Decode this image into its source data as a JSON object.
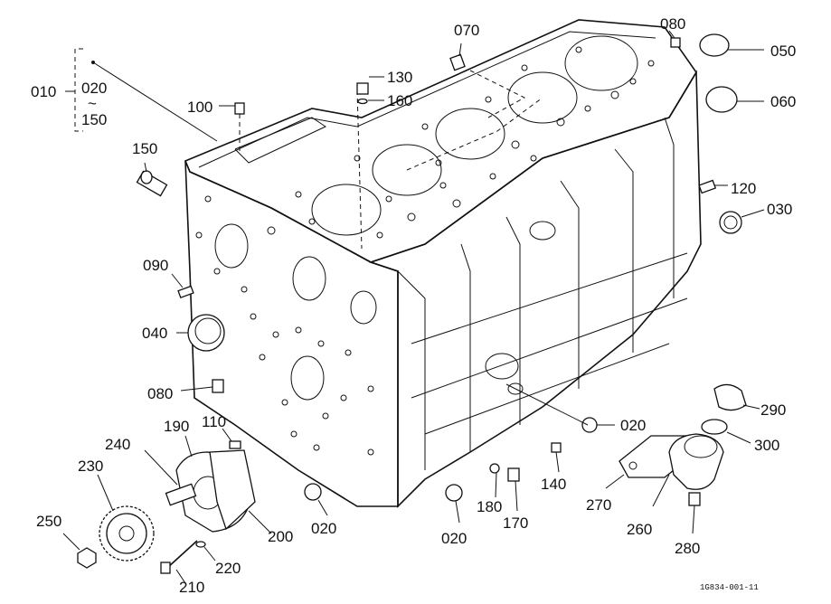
{
  "labels": {
    "p010": "010",
    "p020_group": "020",
    "p150_group": "150",
    "tilde": "~",
    "p150": "150",
    "p100": "100",
    "p130": "130",
    "p160": "160",
    "p070": "070",
    "p080_top": "080",
    "p050": "050",
    "p060": "060",
    "p120": "120",
    "p030": "030",
    "p090": "090",
    "p040": "040",
    "p080_left": "080",
    "p110": "110",
    "p190": "190",
    "p240": "240",
    "p230": "230",
    "p250": "250",
    "p200": "200",
    "p210": "210",
    "p220": "220",
    "p020_bottom_a": "020",
    "p020_bottom_b": "020",
    "p180": "180",
    "p170": "170",
    "p140": "140",
    "p020_right": "020",
    "p270": "270",
    "p260": "260",
    "p280": "280",
    "p290": "290",
    "p300": "300"
  },
  "figure_code": "1G834-001-11"
}
